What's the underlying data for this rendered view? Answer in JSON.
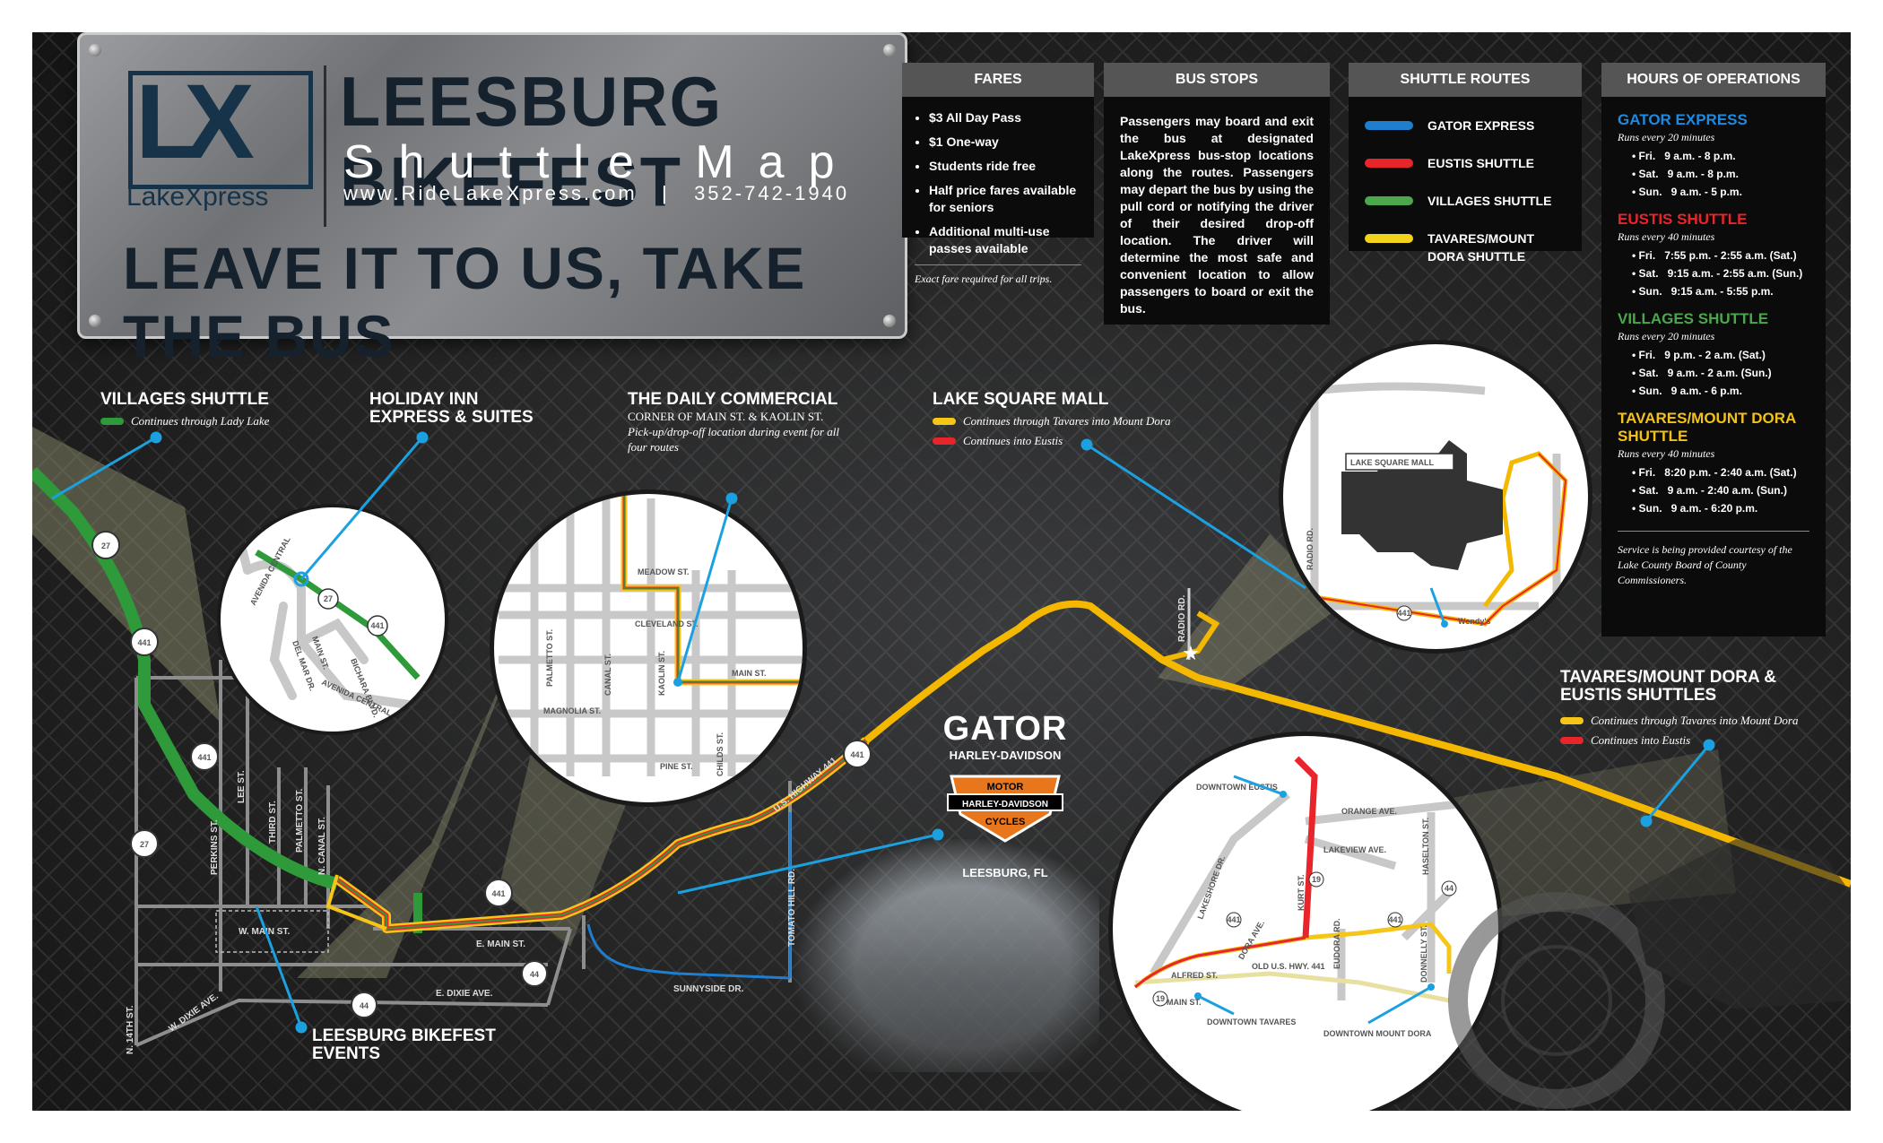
{
  "header": {
    "logo_mark": "LX",
    "logo_text": "LakeXpress",
    "title_line1": "LEESBURG BIKEFEST",
    "title_line2": "Shuttle Map",
    "website": "www.RideLakeXpress.com",
    "phone": "352-742-1940",
    "slogan": "LEAVE IT TO US, TAKE THE BUS"
  },
  "fares": {
    "heading": "FARES",
    "items": [
      "$3 All Day Pass",
      "$1 One-way",
      "Students ride free",
      "Half price fares available for seniors",
      "Additional multi-use passes available"
    ],
    "note": "Exact fare required for all trips."
  },
  "bus_stops": {
    "heading": "BUS STOPS",
    "text": "Passengers may board and exit the bus at designated LakeXpress bus-stop locations along the routes. Passengers may depart the bus by using the pull cord or notifying the driver of their desired drop-off location. The driver will determine the most safe and convenient location to allow passengers to board or exit the bus."
  },
  "shuttle_routes": {
    "heading": "SHUTTLE ROUTES",
    "items": [
      {
        "name": "GATOR EXPRESS",
        "color": "#1e7fd0"
      },
      {
        "name": "EUSTIS SHUTTLE",
        "color": "#e8252b"
      },
      {
        "name": "VILLAGES SHUTTLE",
        "color": "#4ca64c"
      },
      {
        "name": "TAVARES/MOUNT DORA SHUTTLE",
        "color": "#f2d21a"
      }
    ]
  },
  "hours": {
    "heading": "HOURS OF OPERATIONS",
    "routes": [
      {
        "name": "GATOR EXPRESS",
        "color": "#1e8ae0",
        "subtitle": "Runs every 20 minutes",
        "rows": [
          [
            "Fri.",
            "9 a.m. - 8 p.m."
          ],
          [
            "Sat.",
            "9 a.m. - 8 p.m."
          ],
          [
            "Sun.",
            "9 a.m. - 5 p.m."
          ]
        ]
      },
      {
        "name": "EUSTIS SHUTTLE",
        "color": "#e8252b",
        "subtitle": "Runs every 40 minutes",
        "rows": [
          [
            "Fri.",
            "7:55 p.m. - 2:55 a.m. (Sat.)"
          ],
          [
            "Sat.",
            "9:15 a.m. - 2:55 a.m. (Sun.)"
          ],
          [
            "Sun.",
            "9:15 a.m. - 5:55 p.m."
          ]
        ]
      },
      {
        "name": "VILLAGES SHUTTLE",
        "color": "#4ca64c",
        "subtitle": "Runs every 20 minutes",
        "rows": [
          [
            "Fri.",
            "9 p.m. - 2 a.m. (Sat.)"
          ],
          [
            "Sat.",
            "9 a.m. - 2 a.m. (Sun.)"
          ],
          [
            "Sun.",
            "9 a.m. - 6 p.m."
          ]
        ]
      },
      {
        "name": "TAVARES/MOUNT DORA SHUTTLE",
        "color": "#f2c21a",
        "subtitle": "Runs every 40 minutes",
        "rows": [
          [
            "Fri.",
            "8:20 p.m. - 2:40 a.m. (Sat.)"
          ],
          [
            "Sat.",
            "9 a.m. - 2:40 a.m. (Sun.)"
          ],
          [
            "Sun.",
            "9 a.m. - 6:20 p.m."
          ]
        ]
      }
    ],
    "courtesy": "Service is being provided courtesy of the Lake County Board of County Commissioners."
  },
  "callouts": {
    "villages": {
      "title": "VILLAGES SHUTTLE",
      "legend": "Continues through Lady Lake"
    },
    "holiday_inn": {
      "title": "HOLIDAY INN EXPRESS & SUITES"
    },
    "daily_commercial": {
      "title": "THE DAILY COMMERCIAL",
      "sub1": "CORNER OF MAIN ST. & KAOLIN ST.",
      "sub2": "Pick-up/drop-off location during event for all four routes"
    },
    "lake_square": {
      "title": "LAKE SQUARE MALL",
      "legend_yellow": "Continues through Tavares into Mount Dora",
      "legend_red": "Continues into Eustis"
    },
    "tavares": {
      "title": "TAVARES/MOUNT DORA & EUSTIS SHUTTLES",
      "legend_yellow": "Continues through Tavares into Mount Dora",
      "legend_red": "Continues into Eustis"
    },
    "bikefest_events": {
      "title": "LEESBURG BIKEFEST EVENTS"
    }
  },
  "gator": {
    "name": "GATOR",
    "brand": "HARLEY-DAVIDSON",
    "badge_top": "MOTOR",
    "badge_mid": "HARLEY-DAVIDSON",
    "badge_bot": "CYCLES",
    "city": "LEESBURG, FL"
  },
  "streets": {
    "main": {
      "n14": "N. 14TH ST.",
      "perkins": "PERKINS ST.",
      "lee": "LEE ST.",
      "third": "THIRD ST.",
      "palmetto": "PALMETTO ST.",
      "canal": "N. CANAL ST.",
      "wmain": "W. MAIN ST.",
      "emain": "E. MAIN ST.",
      "wdixie": "W. DIXIE AVE.",
      "edixie": "E. DIXIE AVE.",
      "sunnyside": "SUNNYSIDE DR.",
      "tomato": "TOMATO HILL RD.",
      "us441": "U.S. HIGHWAY 441",
      "radio": "RADIO RD."
    },
    "shields": {
      "s27": "27",
      "s441": "441",
      "s44": "44"
    },
    "c1": {
      "avenida": "AVENIDA CENTRAL",
      "bichara": "BICHARA BLVD.",
      "delmar": "DEL MAR DR.",
      "main": "MAIN ST.",
      "avenida2": "AVENIDA CENTRAL"
    },
    "c2": {
      "meadow": "MEADOW ST.",
      "cleveland": "CLEVELAND ST.",
      "main": "MAIN ST.",
      "palmetto": "PALMETTO ST.",
      "canal": "CANAL ST.",
      "kaolin": "KAOLIN ST.",
      "magnolia": "MAGNOLIA ST.",
      "pine": "PINE ST.",
      "childs": "CHILDS ST."
    },
    "c3": {
      "mall": "LAKE SQUARE MALL",
      "radio": "RADIO RD.",
      "wendys": "Wendy's"
    },
    "c4": {
      "eustis": "DOWNTOWN EUSTIS",
      "orange": "ORANGE AVE.",
      "lakeview": "LAKEVIEW AVE.",
      "haselton": "HASELTON ST.",
      "lakeshore": "LAKESHORE DR.",
      "kurt": "KURT ST.",
      "dora": "DORA AVE.",
      "eudora": "EUDORA RD.",
      "donnelly": "DONNELLY ST.",
      "alfred": "ALFRED ST.",
      "oldus": "OLD U.S. HWY. 441",
      "main": "MAIN ST.",
      "tavares": "DOWNTOWN TAVARES",
      "mtdora": "DOWNTOWN MOUNT DORA"
    }
  },
  "colors": {
    "gator": "#1e7fd0",
    "eustis": "#e8252b",
    "villages": "#2e9a3a",
    "tavares": "#f5c518",
    "pointer": "#1ba0e0"
  }
}
